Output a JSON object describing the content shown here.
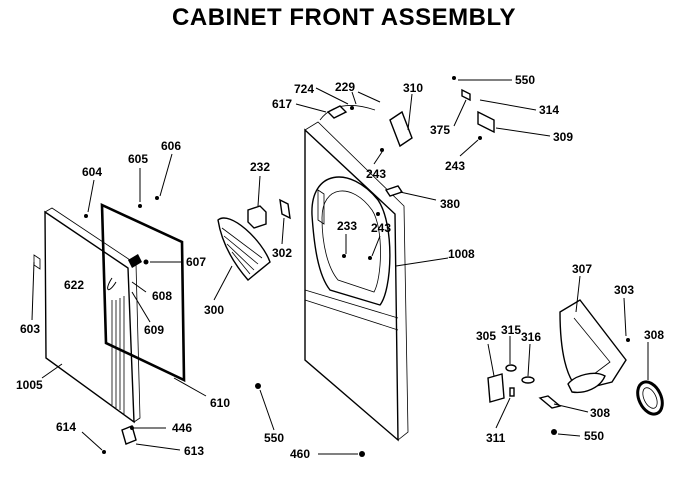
{
  "title": "CABINET FRONT ASSEMBLY",
  "labels": {
    "p724": "724",
    "p229": "229",
    "p310": "310",
    "p550a": "550",
    "p617": "617",
    "p314": "314",
    "p375": "375",
    "p309": "309",
    "p243a": "243",
    "p243b": "243",
    "p380": "380",
    "p232": "232",
    "p605": "605",
    "p606": "606",
    "p604": "604",
    "p233": "233",
    "p243c": "243",
    "p1008": "1008",
    "p302": "302",
    "p607": "607",
    "p622": "622",
    "p608": "608",
    "p609": "609",
    "p300": "300",
    "p603": "603",
    "p1005": "1005",
    "p610": "610",
    "p550b": "550",
    "p614": "614",
    "p446": "446",
    "p613": "613",
    "p460": "460",
    "p307": "307",
    "p303": "303",
    "p305": "305",
    "p315": "315",
    "p316": "316",
    "p308a": "308",
    "p308b": "308",
    "p311": "311",
    "p550c": "550"
  }
}
